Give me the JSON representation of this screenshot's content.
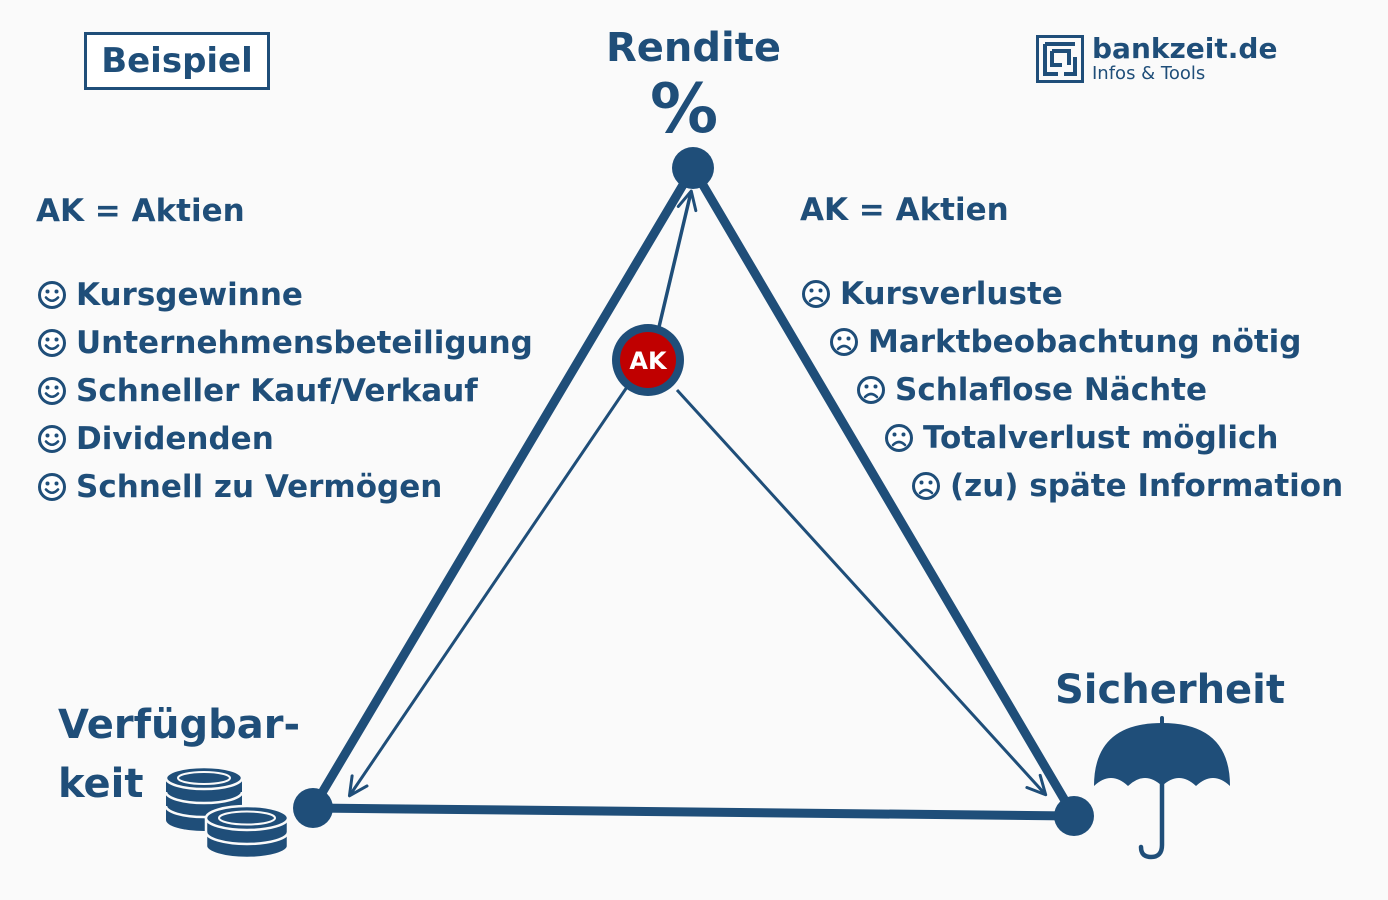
{
  "badge": "Beispiel",
  "logo": {
    "name": "bankzeit.de",
    "tagline": "Infos & Tools"
  },
  "vertices": {
    "top": {
      "label": "Rendite",
      "symbol": "%"
    },
    "left": {
      "label_line1": "Verfügbar-",
      "label_line2": "keit"
    },
    "right": {
      "label": "Sicherheit"
    }
  },
  "marker": {
    "label": "AK"
  },
  "pros": {
    "heading": "AK = Aktien",
    "items": [
      "Kursgewinne",
      "Unternehmensbeteiligung",
      "Schneller Kauf/Verkauf",
      "Dividenden",
      "Schnell zu Vermögen"
    ]
  },
  "cons": {
    "heading": "AK = Aktien",
    "items": [
      "Kursverluste",
      "Marktbeobachtung nötig",
      "Schlaflose Nächte",
      "Totalverlust möglich",
      "(zu) späte Information"
    ]
  },
  "colors": {
    "primary": "#1f4e79",
    "accent": "#c00000",
    "background": "#fafafa"
  },
  "icons": [
    "smiley-icon",
    "frowny-icon",
    "coins-icon",
    "umbrella-icon",
    "logo-maze-icon"
  ]
}
